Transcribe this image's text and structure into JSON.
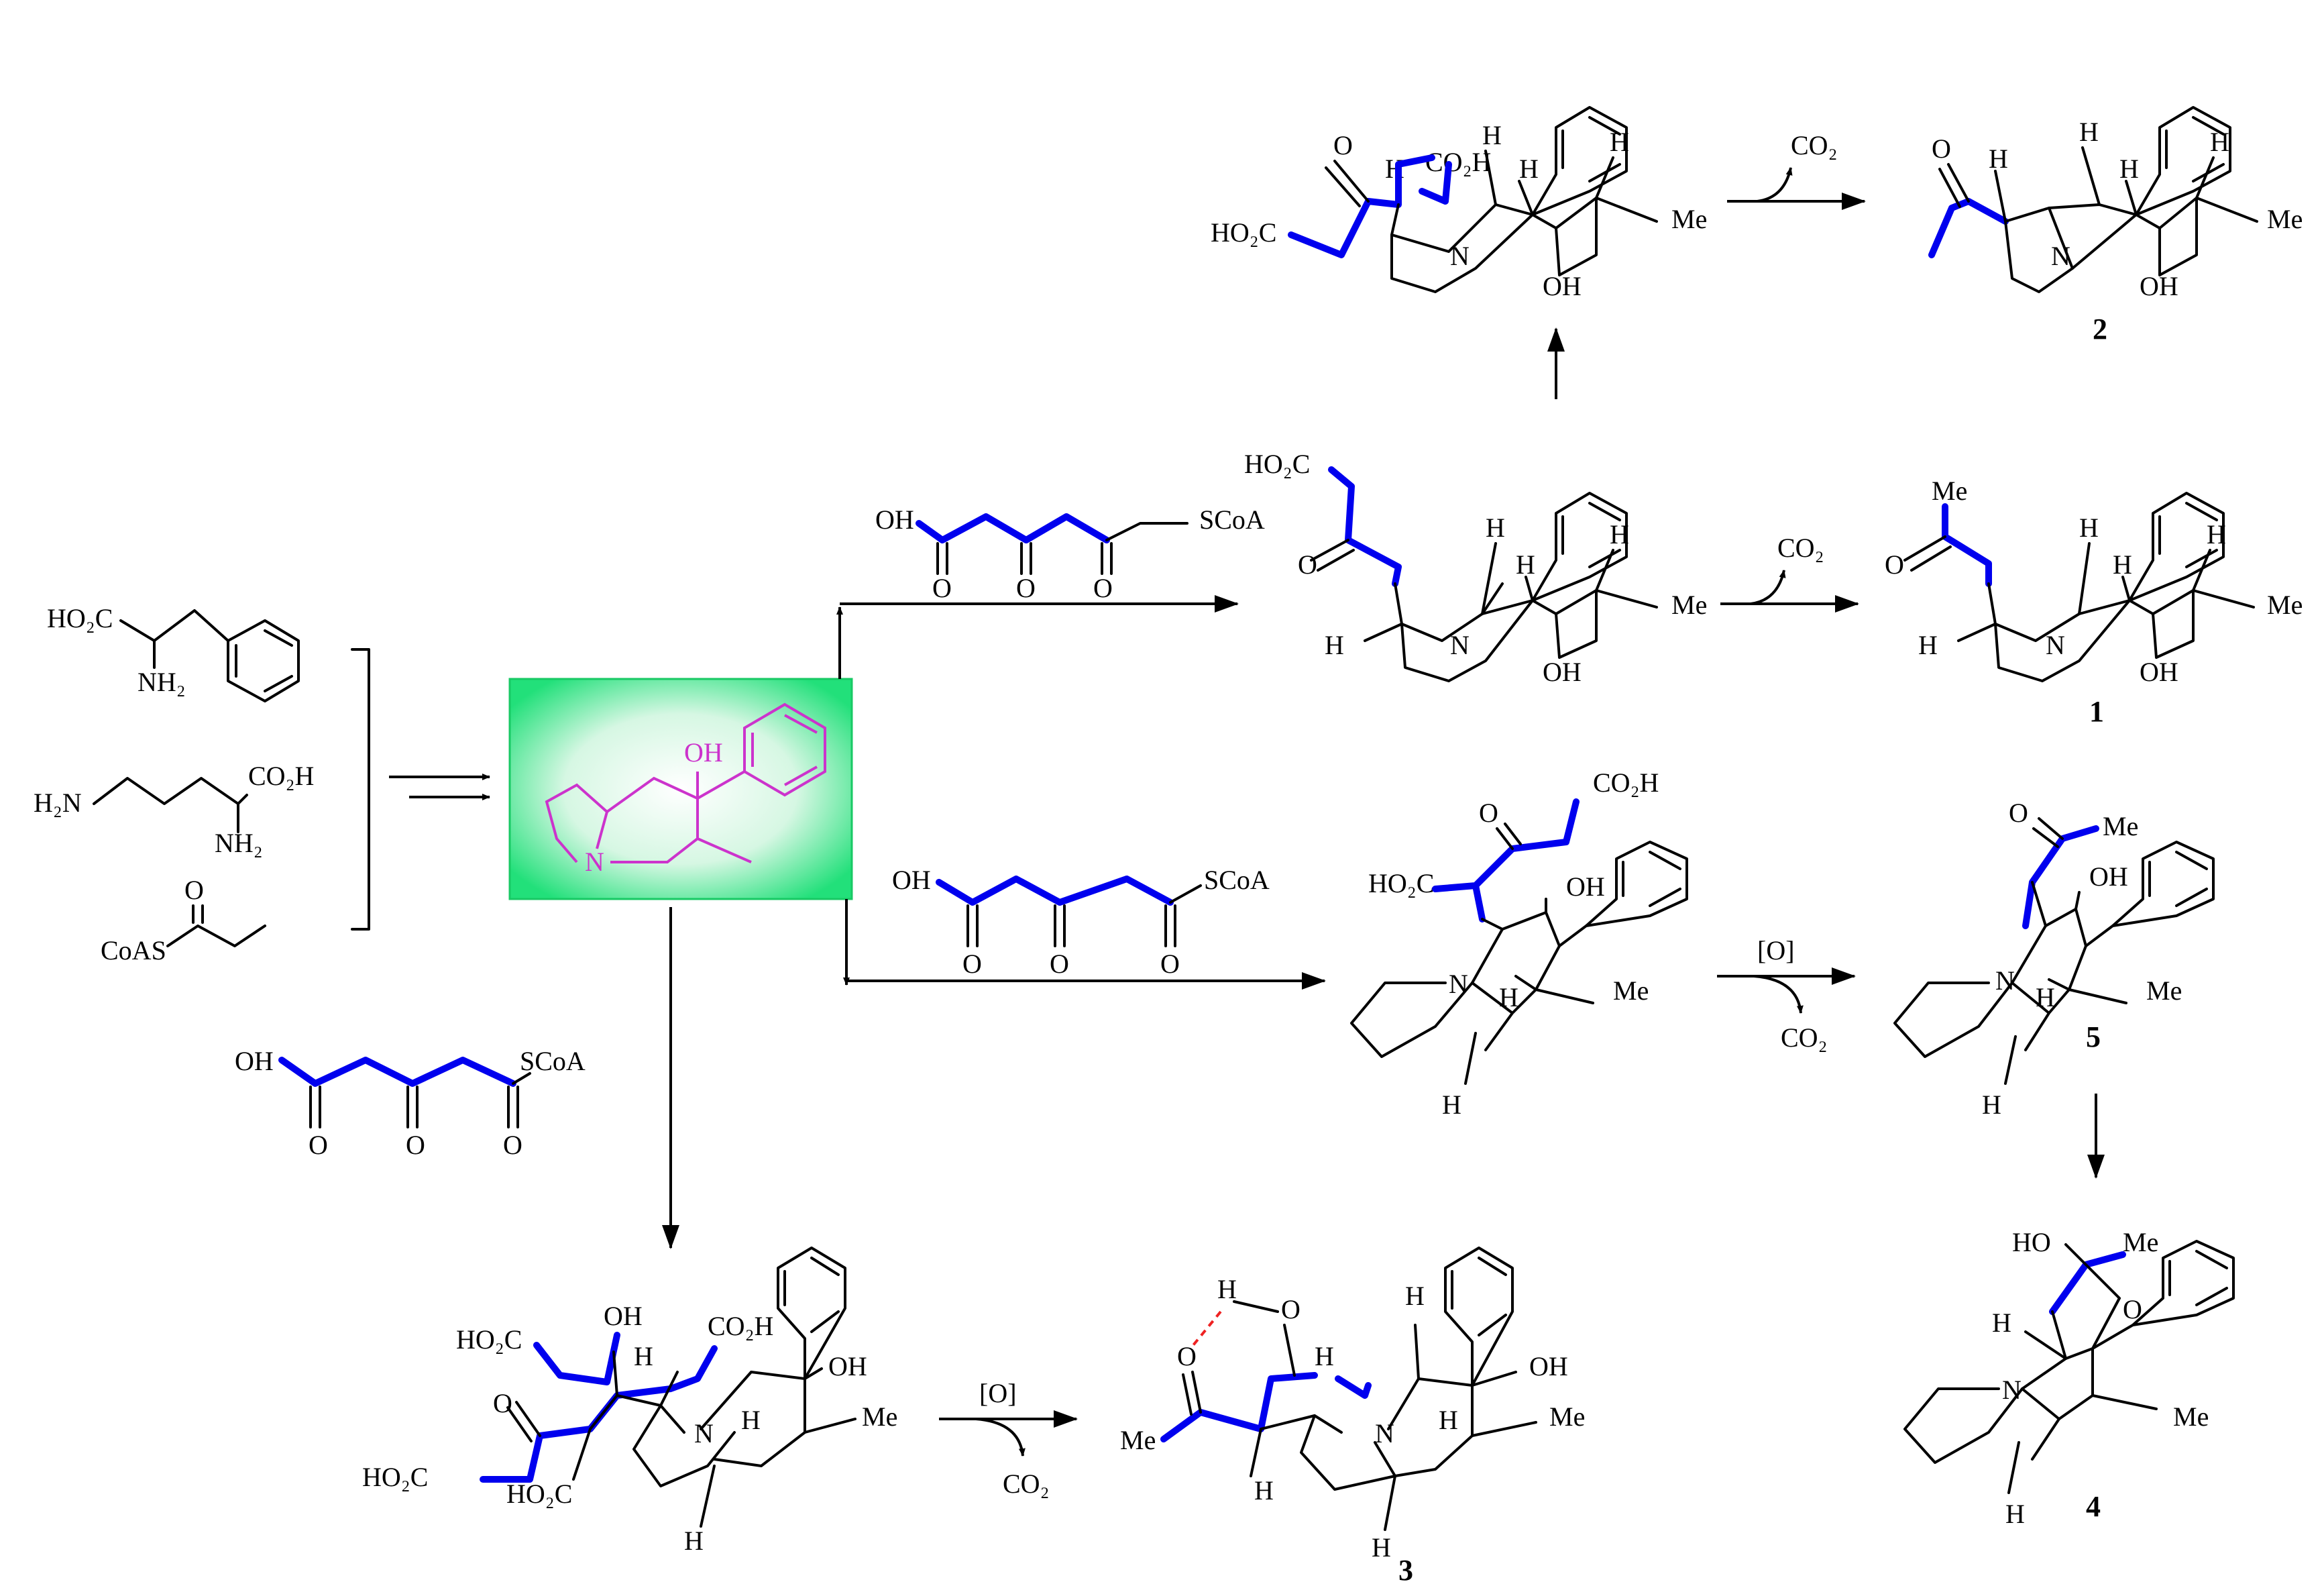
{
  "colors": {
    "new_bonds": "#0000ee",
    "core_highlight": "#cc33cc",
    "box_fill_center": "#ffffff",
    "box_fill_edge": "#22e07a",
    "hbond": "#ee2222"
  },
  "precursors": {
    "phe": {
      "acid": "HO2C",
      "amine": "NH2"
    },
    "orn": {
      "amine_left": "H2N",
      "acid": "CO2H",
      "amine": "NH2"
    },
    "propionyl": {
      "thio": "CoAS",
      "oxo": "O"
    }
  },
  "core": {
    "oh": "OH",
    "n": "N"
  },
  "malonyl_units": [
    {
      "oh": "OH",
      "o1": "O",
      "o2": "O",
      "o3": "O",
      "coa": "SCoA"
    },
    {
      "oh": "OH",
      "o1": "O",
      "o2": "O",
      "o3": "O",
      "coa": "SCoA"
    },
    {
      "oh": "OH",
      "o1": "O",
      "o2": "O",
      "o3": "O",
      "coa": "SCoA"
    }
  ],
  "reagents": {
    "co2_top": "CO2",
    "co2_mid": "CO2",
    "co2_lower": "CO2",
    "ox_lower": "[O]",
    "ox_bottom": "[O]",
    "co2_bottom": "CO2"
  },
  "intermediate_top": {
    "o": "O",
    "h1": "H",
    "co2h": "CO2H",
    "h2": "H",
    "h3": "H",
    "h4": "H",
    "acid": "HO2C",
    "n": "N",
    "oh": "OH",
    "me": "Me"
  },
  "compound2": {
    "o": "O",
    "h1": "H",
    "h2": "H",
    "h3": "H",
    "h4": "H",
    "n": "N",
    "oh": "OH",
    "me": "Me",
    "number": "2"
  },
  "intermediate_mid": {
    "acid": "HO2C",
    "o": "O",
    "h1": "H",
    "h2": "H",
    "h3": "H",
    "h4": "H",
    "n": "N",
    "oh": "OH",
    "me": "Me"
  },
  "compound1": {
    "me_top": "Me",
    "o": "O",
    "h1": "H",
    "h2": "H",
    "h3": "H",
    "h4": "H",
    "n": "N",
    "oh": "OH",
    "me": "Me",
    "number": "1"
  },
  "intermediate_lower": {
    "co2h": "CO2H",
    "o": "O",
    "acid": "HO2C",
    "oh": "OH",
    "n": "N",
    "h1": "H",
    "me": "Me",
    "h2": "H"
  },
  "compound5": {
    "o": "O",
    "me_top": "Me",
    "oh": "OH",
    "n": "N",
    "h1": "H",
    "me": "Me",
    "h2": "H",
    "number": "5"
  },
  "compound4": {
    "ho": "HO",
    "me_top": "Me",
    "h1": "H",
    "o": "O",
    "n": "N",
    "me": "Me",
    "h2": "H",
    "number": "4"
  },
  "intermediate_bottom": {
    "oh_top": "OH",
    "acid1": "HO2C",
    "h1": "H",
    "co2h": "CO2H",
    "oh": "OH",
    "o": "O",
    "n": "N",
    "h2": "H",
    "me": "Me",
    "acid2": "HO2C",
    "acid3": "HO2C",
    "h3": "H"
  },
  "compound3": {
    "h_top": "H",
    "o_top": "O",
    "o": "O",
    "h1": "H",
    "h2": "H",
    "oh": "OH",
    "me_left": "Me",
    "n": "N",
    "h3": "H",
    "me": "Me",
    "h4": "H",
    "h5": "H",
    "number": "3"
  }
}
